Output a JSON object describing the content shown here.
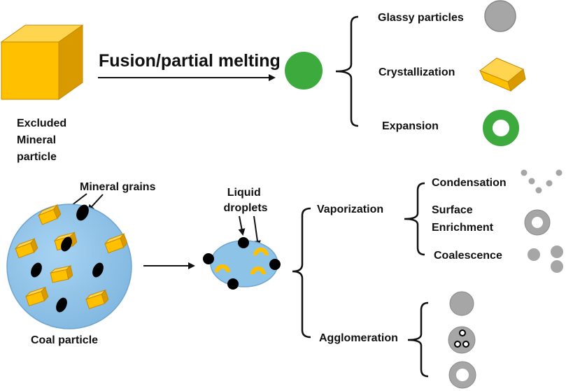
{
  "top": {
    "source_label_lines": [
      "Excluded",
      "Mineral",
      "particle"
    ],
    "process_label": "Fusion/partial melting",
    "outcomes": [
      "Glassy particles",
      "Crystallization",
      "Expansion"
    ]
  },
  "bottom": {
    "grains_label": "Mineral grains",
    "coal_label": "Coal particle",
    "droplets_label_lines": [
      "Liquid",
      "droplets"
    ],
    "pathways": [
      "Vaporization",
      "Agglomeration"
    ],
    "vaporization_outcomes": [
      "Condensation",
      "Surface Enrichment",
      "Coalescence"
    ],
    "surface_enrichment_lines": [
      "Surface",
      "Enrichment"
    ]
  },
  "colors": {
    "cube_front": "#FFC000",
    "cube_top": "#FFD54F",
    "cube_side": "#D99A00",
    "fused_green": "#3CAA3C",
    "glassy_gray": "#A6A6A6",
    "coal_blue": "#8EC3E8",
    "grain_black": "#000000"
  }
}
